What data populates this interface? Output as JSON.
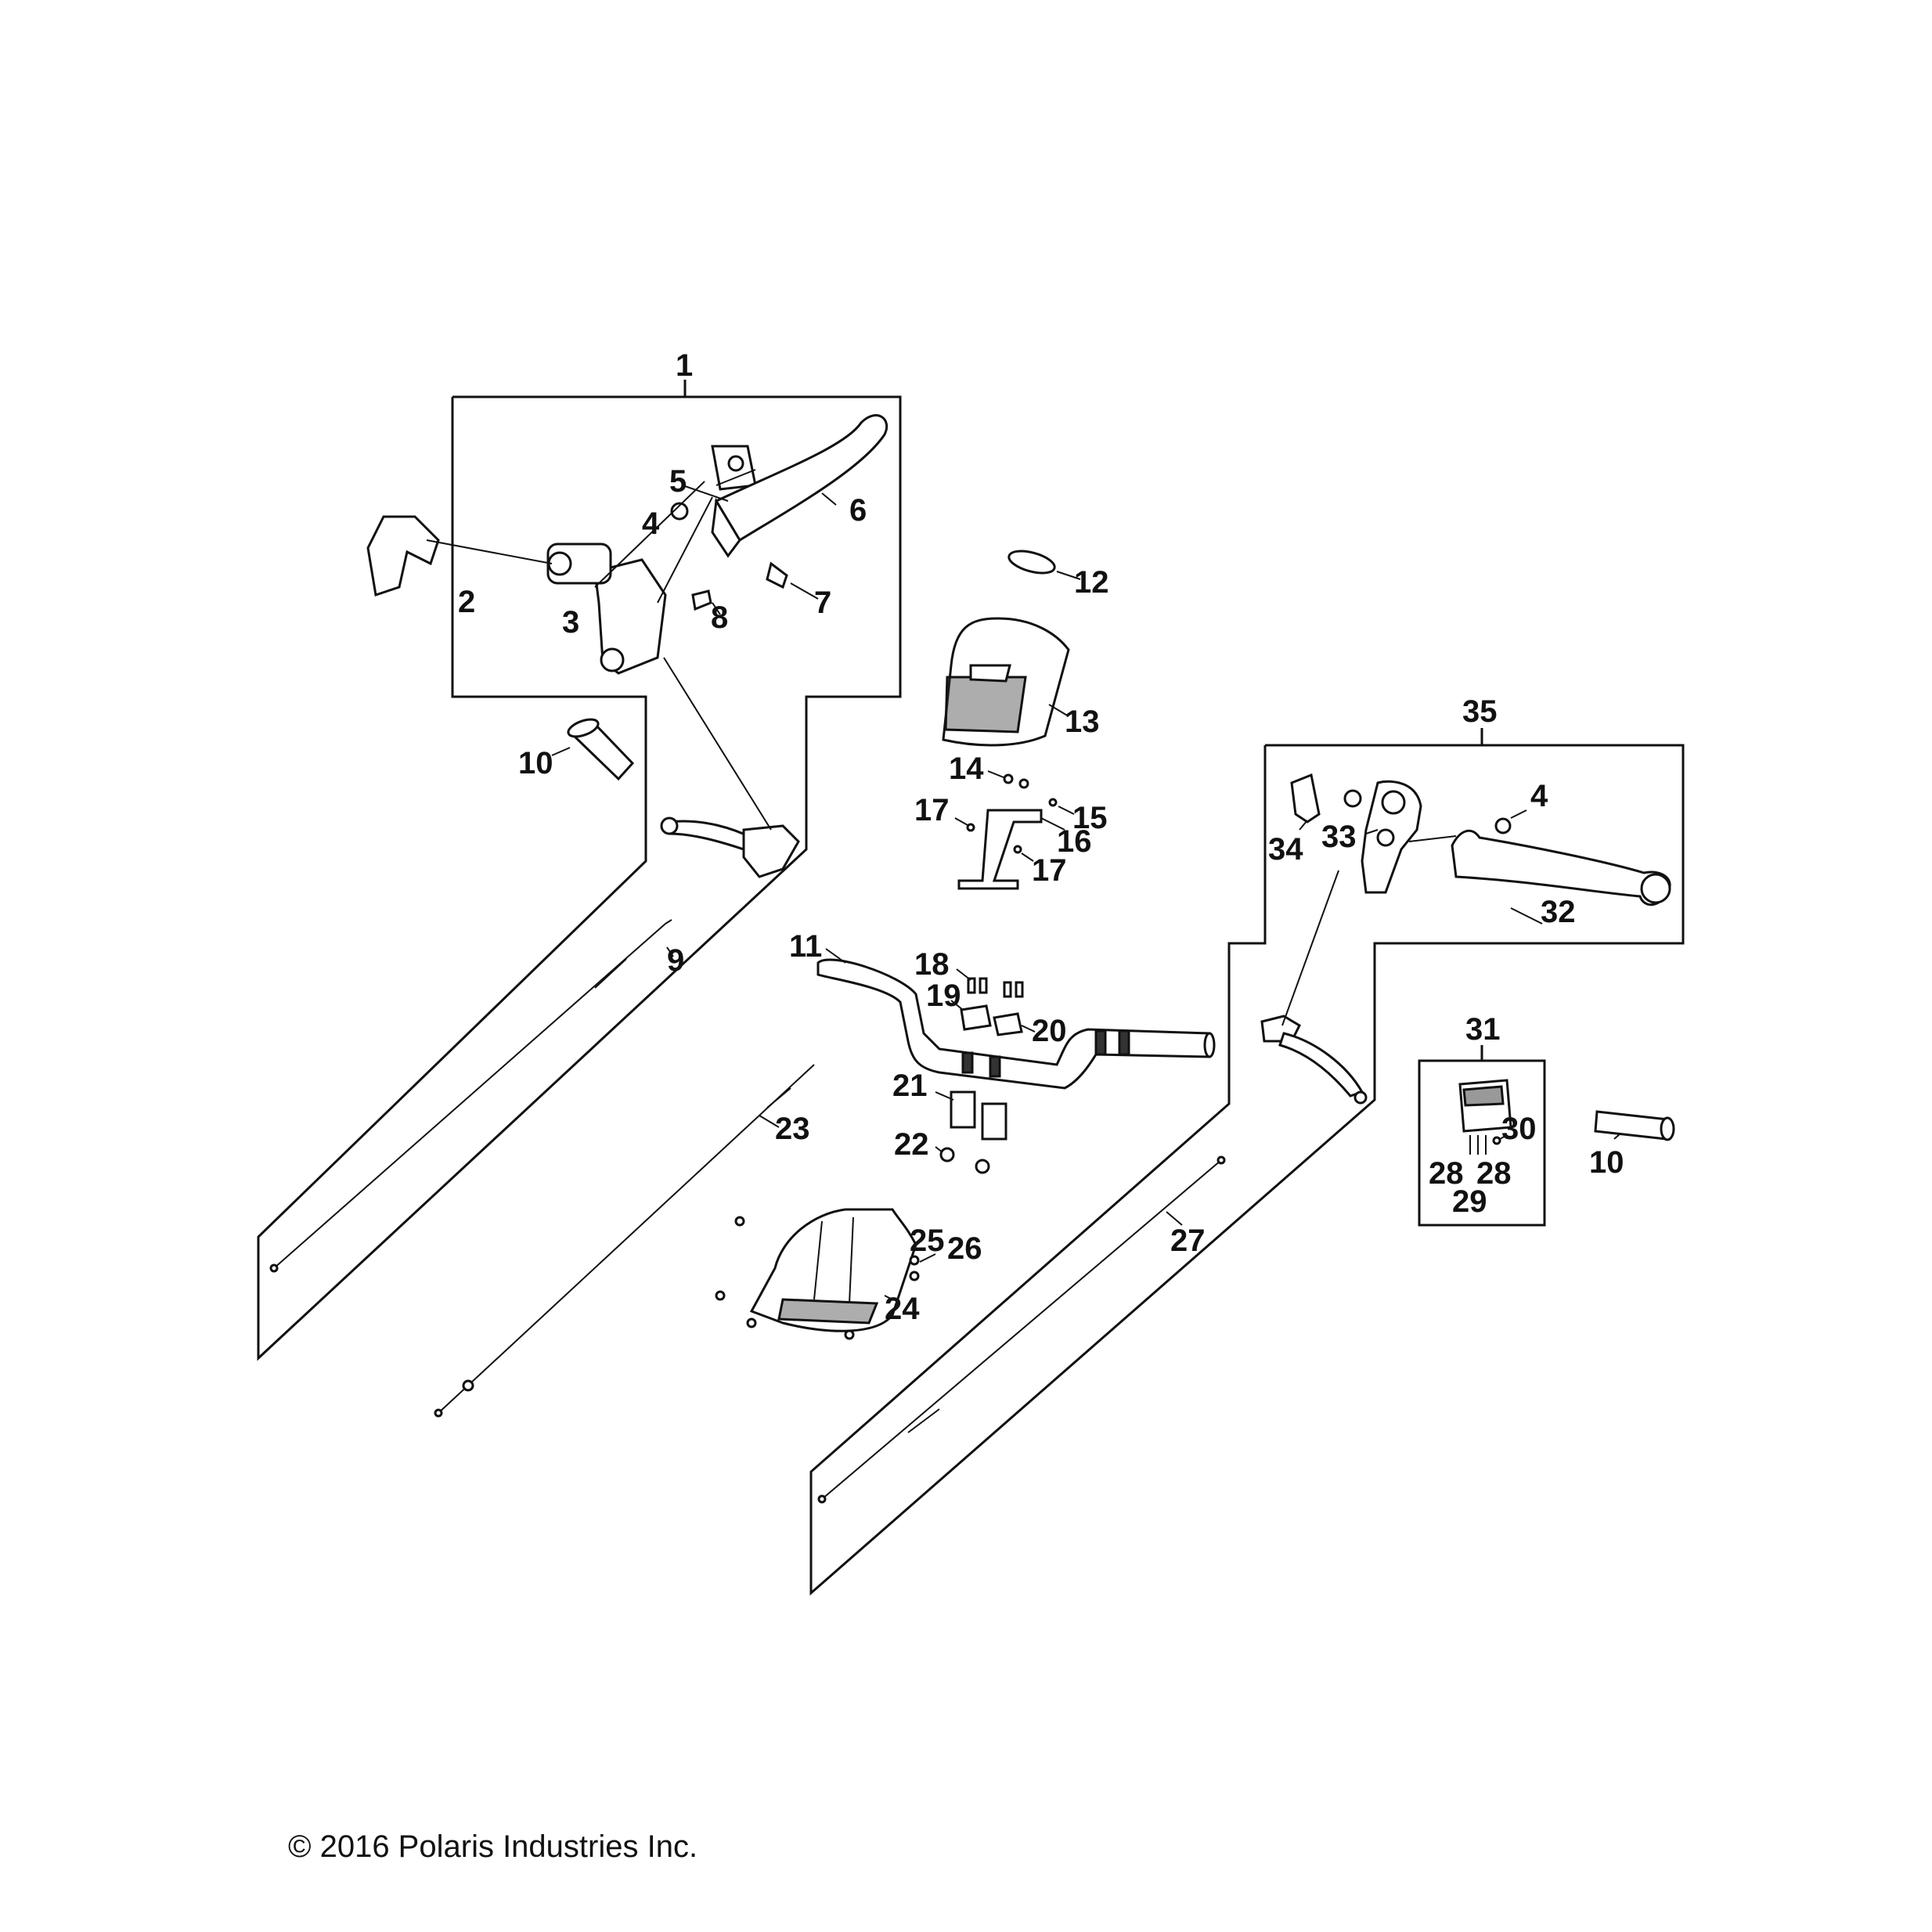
{
  "copyright": "© 2016 Polaris Industries Inc.",
  "callouts": {
    "c1": "1",
    "c2": "2",
    "c3": "3",
    "c4a": "4",
    "c4b": "4",
    "c5": "5",
    "c6": "6",
    "c7": "7",
    "c8": "8",
    "c9": "9",
    "c10a": "10",
    "c10b": "10",
    "c11": "11",
    "c12": "12",
    "c13": "13",
    "c14": "14",
    "c15": "15",
    "c16": "16",
    "c17a": "17",
    "c17b": "17",
    "c18": "18",
    "c19": "19",
    "c20": "20",
    "c21": "21",
    "c22": "22",
    "c23": "23",
    "c24": "24",
    "c25": "25",
    "c26": "26",
    "c27": "27",
    "c28a": "28",
    "c28b": "28",
    "c29": "29",
    "c30": "30",
    "c31": "31",
    "c32": "32",
    "c33": "33",
    "c34": "34",
    "c35": "35"
  }
}
